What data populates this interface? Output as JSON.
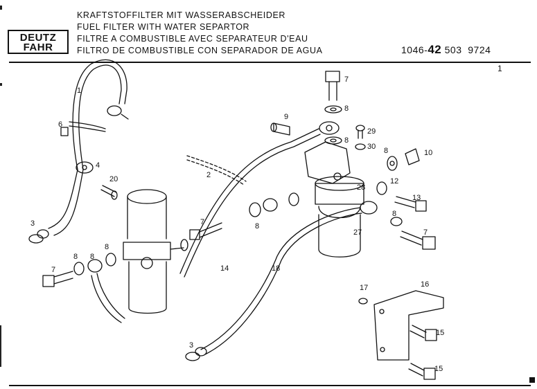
{
  "logo": {
    "line1": "DEUTZ",
    "line2": "FAHR"
  },
  "titles": [
    "KRAFTSTOFFILTER MIT WASSERABSCHEIDER",
    "FUEL FILTER WITH WATER SEPARTOR",
    "FILTRE A COMBUSTIBLE AVEC SEPARATEUR D'EAU",
    "FILTRO DE COMBUSTIBLE CON SEPARADOR DE AGUA"
  ],
  "part_number": {
    "prefix": "1046-",
    "main": "42",
    "mid": "503",
    "suffix": "9724"
  },
  "sheet_number": "1",
  "callouts": [
    "1",
    "6",
    "4",
    "20",
    "3",
    "7",
    "8",
    "8",
    "2",
    "9",
    "7",
    "8",
    "8",
    "29",
    "30",
    "8",
    "10",
    "28",
    "12",
    "8",
    "7",
    "13",
    "8",
    "27",
    "14",
    "18",
    "17",
    "16",
    "15",
    "15",
    "3",
    "7",
    "8"
  ]
}
